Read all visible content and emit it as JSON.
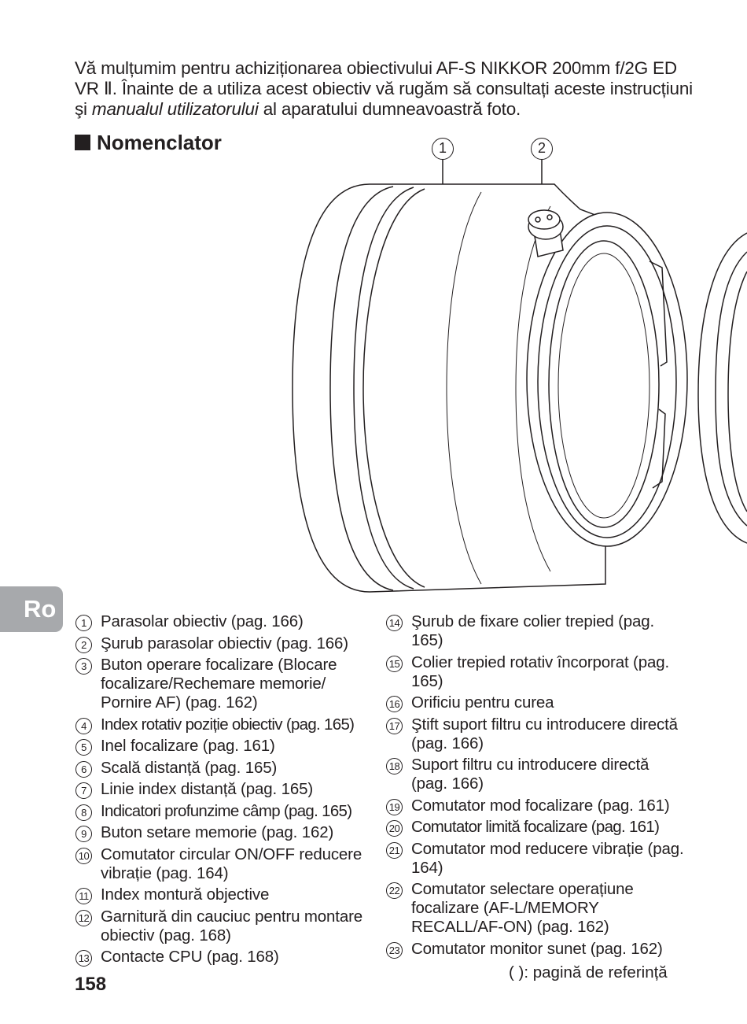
{
  "intro": {
    "part1": "Vă mulțumim pentru achiziționarea obiectivului AF-S NIKKOR 200mm f/2G ED VR Ⅱ. Înainte de a utiliza acest obiectiv vă rugăm să consultați aceste instrucțiuni şi ",
    "emphasis": "manualul utilizatorului",
    "part2": " al aparatului dumneavoastră foto."
  },
  "section_title": "Nomenclator",
  "callouts": [
    "1",
    "2"
  ],
  "language_tab": "Ro",
  "items_left": [
    {
      "num": "1",
      "text": "Parasolar obiectiv (pag. 166)"
    },
    {
      "num": "2",
      "text": "Şurub parasolar obiectiv (pag. 166)"
    },
    {
      "num": "3",
      "text": "Buton operare focalizare (Blocare focalizare/Rechemare memorie/ Pornire AF) (pag. 162)"
    },
    {
      "num": "4",
      "text": "Index rotativ poziție obiectiv (pag. 165)"
    },
    {
      "num": "5",
      "text": "Inel focalizare (pag. 161)"
    },
    {
      "num": "6",
      "text": "Scală distanță (pag. 165)"
    },
    {
      "num": "7",
      "text": "Linie index distanță (pag. 165)"
    },
    {
      "num": "8",
      "text": "Indicatori profunzime câmp (pag. 165)"
    },
    {
      "num": "9",
      "text": "Buton setare memorie (pag. 162)"
    },
    {
      "num": "10",
      "text": "Comutator circular ON/OFF reducere vibrație (pag. 164)"
    },
    {
      "num": "11",
      "text": "Index montură objective"
    },
    {
      "num": "12",
      "text": "Garnitură din cauciuc pentru montare obiectiv (pag. 168)"
    },
    {
      "num": "13",
      "text": "Contacte CPU (pag. 168)"
    }
  ],
  "items_right": [
    {
      "num": "14",
      "text": "Şurub de fixare colier trepied (pag. 165)"
    },
    {
      "num": "15",
      "text": "Colier trepied rotativ încorporat (pag. 165)"
    },
    {
      "num": "16",
      "text": "Orificiu pentru curea"
    },
    {
      "num": "17",
      "text": "Ştift suport filtru cu introducere directă (pag. 166)"
    },
    {
      "num": "18",
      "text": "Suport filtru cu introducere directă (pag. 166)"
    },
    {
      "num": "19",
      "text": "Comutator mod focalizare (pag. 161)"
    },
    {
      "num": "20",
      "text": "Comutator limită focalizare (pag. 161)"
    },
    {
      "num": "21",
      "text": "Comutator mod reducere vibrație (pag. 164)"
    },
    {
      "num": "22",
      "text": "Comutator selectare operațiune focalizare (AF-L/MEMORY RECALL/AF-ON) (pag. 162)"
    },
    {
      "num": "23",
      "text": "Comutator monitor sunet (pag. 162)"
    }
  ],
  "reference_note": "(  ): pagină de referință",
  "page_number": "158"
}
